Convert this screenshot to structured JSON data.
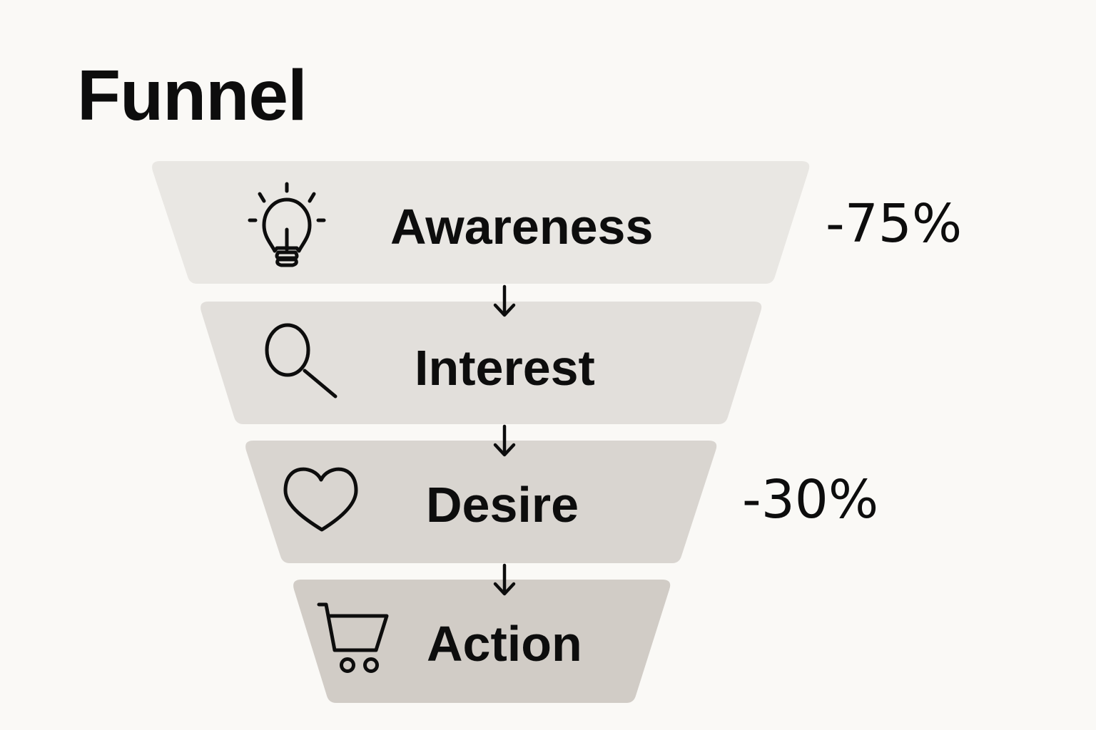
{
  "title": "Funnel",
  "colors": {
    "background": "#faf9f6",
    "band_1": "#e9e7e3",
    "band_2": "#e2dfdb",
    "band_3": "#d9d5d0",
    "band_4": "#d1ccc6",
    "ink": "#0d0d0d"
  },
  "stages": [
    {
      "label": "Awareness",
      "icon": "lightbulb-icon"
    },
    {
      "label": "Interest",
      "icon": "magnifying-glass-icon"
    },
    {
      "label": "Desire",
      "icon": "heart-icon"
    },
    {
      "label": "Action",
      "icon": "shopping-cart-icon"
    }
  ],
  "annotations": [
    {
      "text": "-75%",
      "stage": "Awareness"
    },
    {
      "text": "-30%",
      "stage": "Desire"
    }
  ],
  "connectors": [
    "arrow-down",
    "arrow-down",
    "arrow-down"
  ]
}
